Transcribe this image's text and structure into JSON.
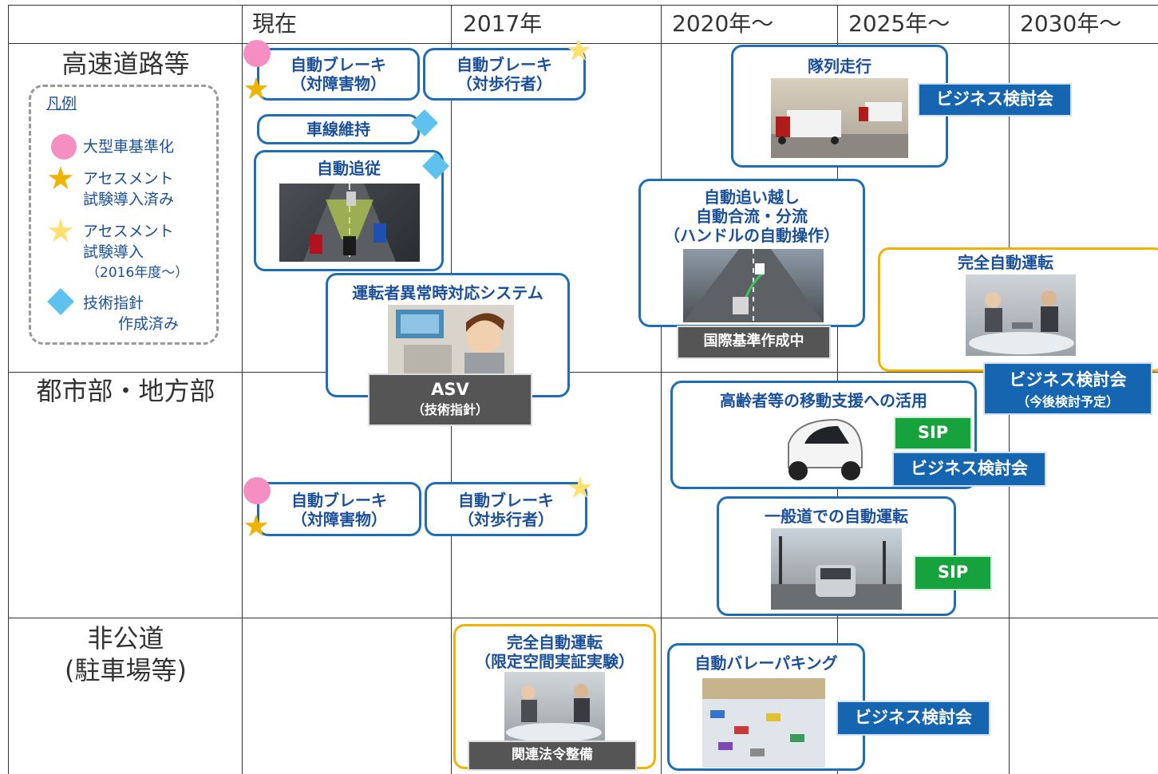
{
  "columns": [
    "現在",
    "2017年",
    "2020年～",
    "2025年～",
    "2030年～"
  ],
  "rows": {
    "highway": "高速道路等",
    "urban": "都市部・地方部",
    "offroad_line1": "非公道",
    "offroad_line2": "(駐車場等)"
  },
  "legend": {
    "title": "凡例",
    "pink": "大型車基準化",
    "star_done_1": "アセスメント",
    "star_done_2": "試験導入済み",
    "star_plan_1": "アセスメント",
    "star_plan_2": "試験導入",
    "star_plan_3": "（2016年度～）",
    "diamond_1": "技術指針",
    "diamond_2": "作成済み"
  },
  "highway": {
    "brake_obstacle": [
      "自動ブレーキ",
      "（対障害物）"
    ],
    "brake_pedestrian": [
      "自動ブレーキ",
      "（対歩行者）"
    ],
    "lane_keep": "車線維持",
    "auto_follow": "自動追従",
    "driver_abnormal": "運転者異常時対応システム",
    "asv": [
      "ASV",
      "（技術指針）"
    ],
    "platoon": "隊列走行",
    "platoon_tag": "ビジネス検討会",
    "overtake": [
      "自動追い越し",
      "自動合流・分流",
      "（ハンドルの自動操作）"
    ],
    "overtake_tag": "国際基準作成中",
    "full_auto": "完全自動運転",
    "full_auto_tag": [
      "ビジネス検討会",
      "（今後検討予定）"
    ]
  },
  "urban": {
    "elderly": "高齢者等の移動支援への活用",
    "elderly_tag_sip": "SIP",
    "elderly_tag_biz": "ビジネス検討会",
    "brake_obstacle": [
      "自動ブレーキ",
      "（対障害物）"
    ],
    "brake_pedestrian": [
      "自動ブレーキ",
      "（対歩行者）"
    ],
    "general_road": "一般道での自動運転",
    "general_road_tag": "SIP"
  },
  "offroad": {
    "limited_space": [
      "完全自動運転",
      "（限定空間実証実験）"
    ],
    "limited_space_tag": "関連法令整備",
    "valet": "自動バレーパキング",
    "valet_tag": "ビジネス検討会"
  },
  "colors": {
    "box_border": "#1f6db5",
    "box_border_gold": "#f2b300",
    "title_blue": "#1a4f9a",
    "tag_blue": "#1565b0",
    "tag_green": "#16a23c",
    "tag_dark": "#555555",
    "pink": "#f58fc1",
    "star_dark": "#f0b400",
    "star_light": "#ffe070",
    "diamond": "#5fc2ee"
  },
  "icons": {
    "pink": "circle-icon",
    "star_done": "star-icon",
    "star_plan": "star-outline-icon",
    "diamond": "diamond-icon"
  }
}
